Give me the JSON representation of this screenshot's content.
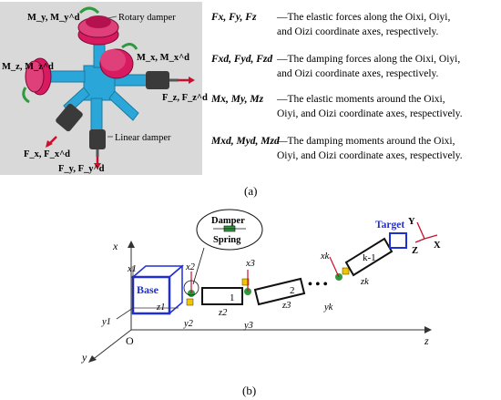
{
  "panel_a": {
    "labels": {
      "my": "M_y, M_y^d",
      "rotary_damper": "Rotary damper",
      "mz": "M_z, M_z^d",
      "mx": "M_x, M_x^d",
      "fz": "F_z, F_z^d",
      "linear_damper": "Linear damper",
      "fx": "F_x, F_x^d",
      "fy": "F_y, F_y^d"
    },
    "legend": [
      {
        "symbols": "Fx, Fy, Fz",
        "line1": "—The elastic forces along the Oixi, Oiyi,",
        "line2": "and Oizi coordinate axes, respectively."
      },
      {
        "symbols": "Fxd, Fyd, Fzd",
        "line1": "—The damping forces along the Oixi, Oiyi,",
        "line2": "and Oizi coordinate axes, respectively."
      },
      {
        "symbols": "Mx, My, Mz",
        "line1": "—The elastic moments around the Oixi,",
        "line2": "Oiyi, and Oizi coordinate axes, respectively."
      },
      {
        "symbols": "Mxd, Myd, Mzd",
        "line1": "—The damping moments around the Oixi,",
        "line2": "Oiyi, and Oizi coordinate axes, respectively."
      }
    ],
    "caption": "(a)"
  },
  "panel_b": {
    "axes": {
      "x": "x",
      "y": "y",
      "z": "z",
      "origin": "O"
    },
    "base_label": "Base",
    "target_label": "Target",
    "target_axes": {
      "x": "X",
      "y": "Y",
      "z": "Z"
    },
    "callout": {
      "damper": "Damper",
      "spring": "Spring"
    },
    "links": [
      "1",
      "2",
      "k-1"
    ],
    "frame_labels": {
      "x1": "x1",
      "z1": "z1",
      "y1": "y1",
      "x2": "x2",
      "y2": "y2",
      "z2": "z2",
      "x3": "x3",
      "y3": "y3",
      "z3": "z3",
      "xk": "xk",
      "yk": "yk",
      "zk": "zk"
    },
    "ellipsis": "• • •",
    "caption": "(b)"
  },
  "colors": {
    "blue_box": "#1f2fd6",
    "joint_red": "#c8102e",
    "magenta": "#d81b60",
    "cyan": "#2aa7d8",
    "green": "#2e9a3d",
    "yellow": "#f2c500"
  }
}
